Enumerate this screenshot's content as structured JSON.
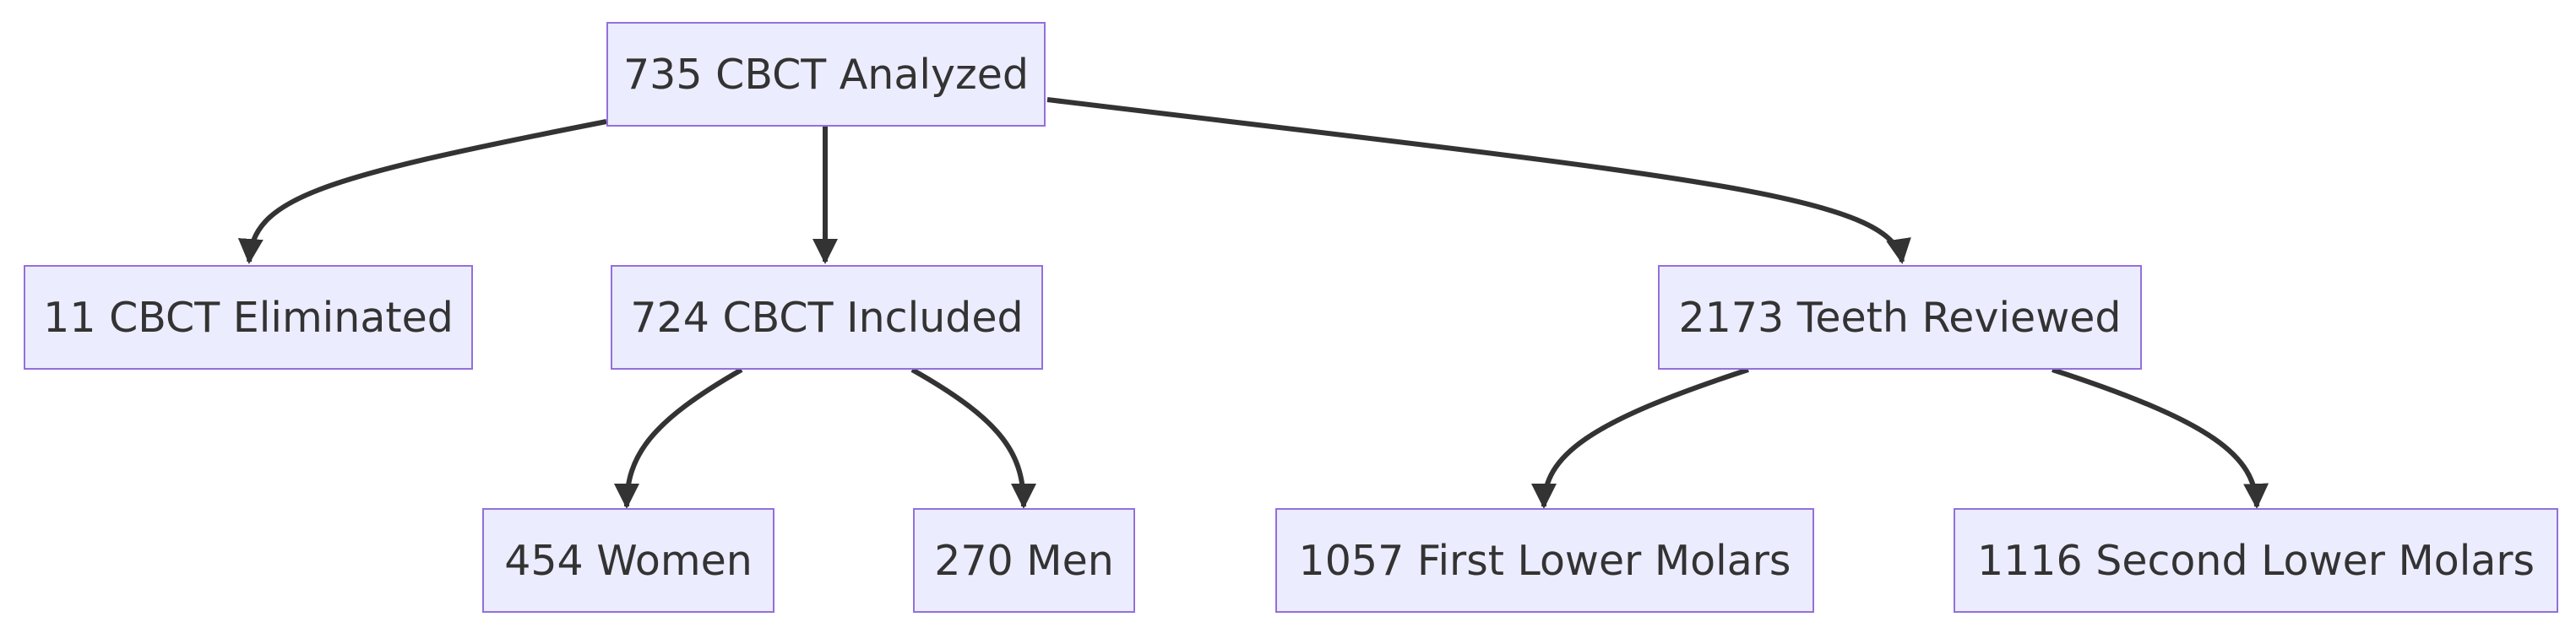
{
  "colors": {
    "node_fill": "#ECECFF",
    "node_border": "#9370DB",
    "text": "#333333",
    "edge": "#333333"
  },
  "nodes": {
    "root": "735 CBCT Analyzed",
    "eliminated": "11 CBCT Eliminated",
    "included": "724 CBCT Included",
    "teeth": "2173 Teeth Reviewed",
    "women": "454 Women",
    "men": "270 Men",
    "first_molars": "1057 First Lower Molars",
    "second_molars": "1116 Second Lower Molars"
  },
  "edges": [
    {
      "from": "root",
      "to": "eliminated"
    },
    {
      "from": "root",
      "to": "included"
    },
    {
      "from": "root",
      "to": "teeth"
    },
    {
      "from": "included",
      "to": "women"
    },
    {
      "from": "included",
      "to": "men"
    },
    {
      "from": "teeth",
      "to": "first_molars"
    },
    {
      "from": "teeth",
      "to": "second_molars"
    }
  ]
}
